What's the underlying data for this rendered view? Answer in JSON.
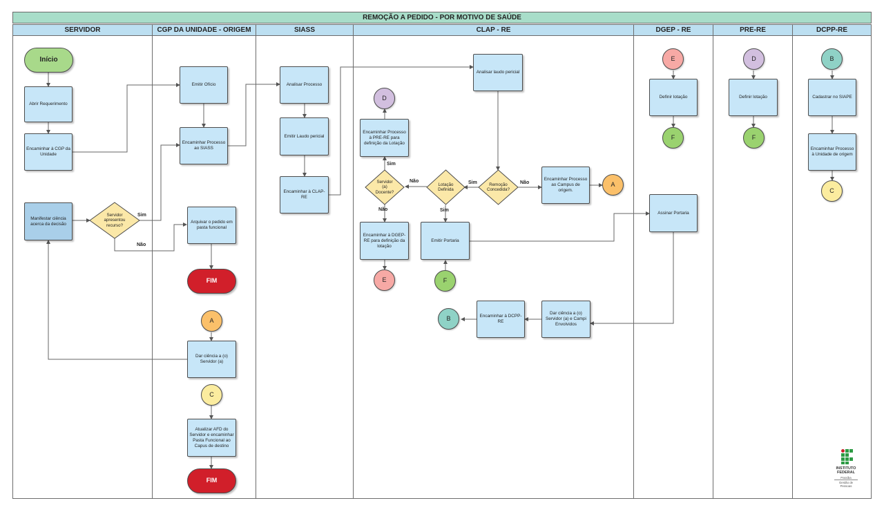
{
  "title": "REMOÇÃO A PEDIDO - POR MOTIVO DE SAÚDE",
  "lanes": [
    "SERVIDOR",
    "CGP DA UNIDADE - ORIGEM",
    "SIASS",
    "CLAP - RE",
    "DGEP - RE",
    "PRE-RE",
    "DCPP-RE"
  ],
  "nodes": {
    "inicio": "Início",
    "abrir_requerimento": "Abrir Requerimento",
    "encaminhar_cgp": "Encaminhar à CGP da Unidade",
    "manifestar": "Manifestar ciência acerca da decisão",
    "servidor_recurso": "Servidor apresentou recurso?",
    "emitir_oficio": "Emitir Ofício",
    "enc_siass": "Encaminhar Processo ao SIASS",
    "arquivar": "Arquivar o pedido em pasta funcional",
    "fim1": "FIM",
    "dar_ciencia": "Dar ciência a (o) Servidor (a)",
    "atualizar_afd": "Atualizar AFD do Servidor e encaminhar Pasta Funcional ao Capus de destino",
    "fim2": "FIM",
    "analisar_processo": "Analisar Processo",
    "emitir_laudo": "Emitir Laudo pericial",
    "enc_clap": "Encaminhar à CLAP-RE",
    "analisar_laudo": "Analisar laudo pericial",
    "enc_pre": "Encaminhar Processo à PRE-RE para definição da Lotação",
    "servidor_docente": "Servidor (a) Docente?",
    "lotacao_definida": "Lotação Definida",
    "remocao_concedida": "Remoção Concedida?",
    "enc_campus": "Encaminhar Processo ao Campus de origem.",
    "enc_dgep": "Encaminhar à DGEP-RE para definição da lotação",
    "emitir_portaria": "Emitir Portaria",
    "enc_dcpp": "Encaminhar à DCPP-RE",
    "dar_ciencia_campi": "Dar ciência a (o) Servidor (a) e Campi Envolvidos",
    "definir_lotacao_dgep": "Definir lotação",
    "assinar_portaria": "Assinar Portaria",
    "definir_lotacao_pre": "Definir lotação",
    "cadastrar_siape": "Cadastrar no SIAPE",
    "enc_unidade_origem": "Encaminhar Processo à Unidade de origem"
  },
  "connectors": {
    "A": "A",
    "B": "B",
    "C": "C",
    "D": "D",
    "E": "E",
    "F": "F"
  },
  "labels": {
    "sim": "Sim",
    "nao": "Não"
  },
  "logo": {
    "line1": "INSTITUTO",
    "line2": "FEDERAL",
    "line3": "Paraíba",
    "caption1": "Gestão de",
    "caption2": "Pessoas"
  },
  "colors": {
    "title_bg": "#a8ddc9",
    "lane_header_bg": "#bcdff1",
    "process_bg": "#c7e6f8",
    "start_green": "#a8d98a",
    "end_red": "#d11f2a",
    "decision_yellow": "#fbe8a8",
    "logo_green": "#2e9b45",
    "logo_red": "#c9252c"
  }
}
